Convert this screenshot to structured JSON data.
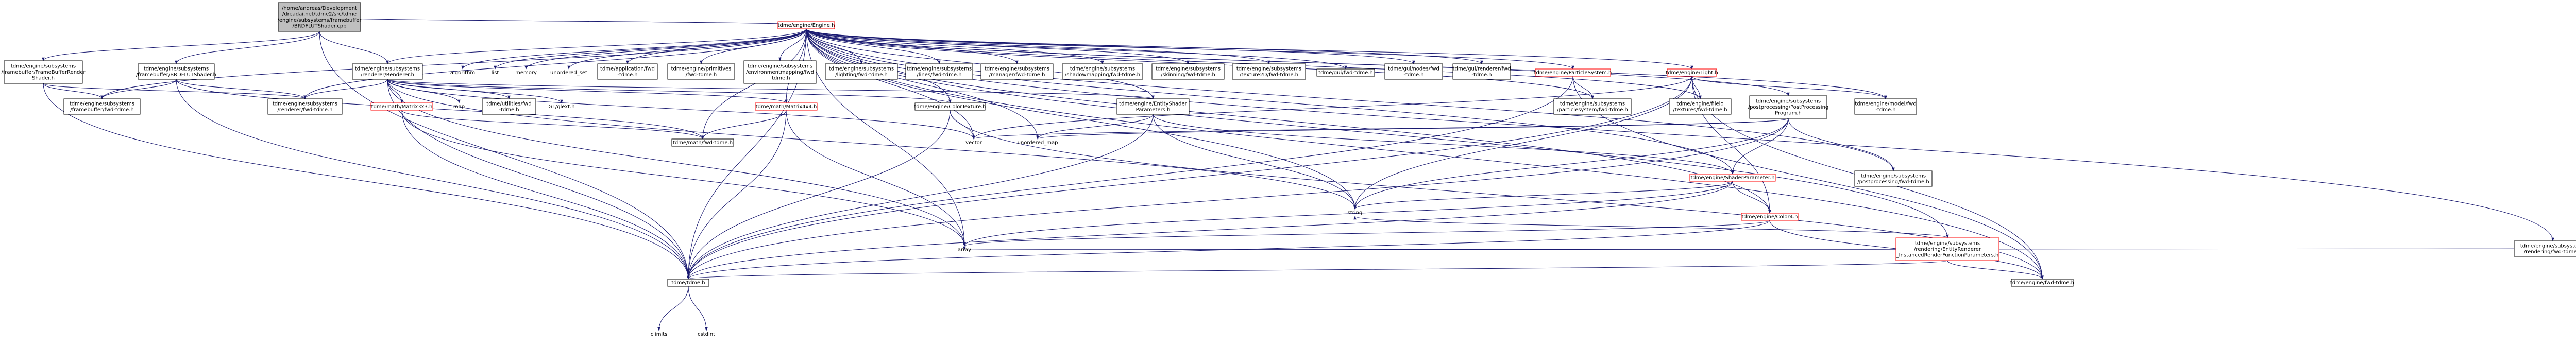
{
  "nodes": [
    {
      "id": "root",
      "lines": [
        "/home/andreas/Development",
        "/dreadai.net/tdme2/src/tdme",
        "/engine/subsystems/framebuffer",
        "/BRDFLUTShader.cpp"
      ],
      "style": "root"
    },
    {
      "id": "engine",
      "lines": [
        "tdme/engine/Engine.h"
      ],
      "style": "red"
    },
    {
      "id": "fbrender",
      "lines": [
        "tdme/engine/subsystems",
        "/framebuffer/FrameBufferRender",
        "Shader.h"
      ],
      "style": "box"
    },
    {
      "id": "brdflut",
      "lines": [
        "tdme/engine/subsystems",
        "/framebuffer/BRDFLUTShader.h"
      ],
      "style": "box"
    },
    {
      "id": "renderer",
      "lines": [
        "tdme/engine/subsystems",
        "/renderer/Renderer.h"
      ],
      "style": "box"
    },
    {
      "id": "algorithm",
      "lines": [
        "algorithm"
      ],
      "style": "plain"
    },
    {
      "id": "list",
      "lines": [
        "list"
      ],
      "style": "plain"
    },
    {
      "id": "memory",
      "lines": [
        "memory"
      ],
      "style": "plain"
    },
    {
      "id": "unordered_set",
      "lines": [
        "unordered_set"
      ],
      "style": "plain"
    },
    {
      "id": "appfwd",
      "lines": [
        "tdme/application/fwd",
        "-tdme.h"
      ],
      "style": "box"
    },
    {
      "id": "primfwd",
      "lines": [
        "tdme/engine/primitives",
        "/fwd-tdme.h"
      ],
      "style": "box"
    },
    {
      "id": "envfwd",
      "lines": [
        "tdme/engine/subsystems",
        "/environmentmapping/fwd",
        "-tdme.h"
      ],
      "style": "box"
    },
    {
      "id": "lightfwd",
      "lines": [
        "tdme/engine/subsystems",
        "/lighting/fwd-tdme.h"
      ],
      "style": "box"
    },
    {
      "id": "linesfwd",
      "lines": [
        "tdme/engine/subsystems",
        "/lines/fwd-tdme.h"
      ],
      "style": "box"
    },
    {
      "id": "managerfwd",
      "lines": [
        "tdme/engine/subsystems",
        "/manager/fwd-tdme.h"
      ],
      "style": "box"
    },
    {
      "id": "shadowfwd",
      "lines": [
        "tdme/engine/subsystems",
        "/shadowmapping/fwd-tdme.h"
      ],
      "style": "box"
    },
    {
      "id": "skinfwd",
      "lines": [
        "tdme/engine/subsystems",
        "/skinning/fwd-tdme.h"
      ],
      "style": "box"
    },
    {
      "id": "tex2dfwd",
      "lines": [
        "tdme/engine/subsystems",
        "/texture2D/fwd-tdme.h"
      ],
      "style": "box"
    },
    {
      "id": "guifwd",
      "lines": [
        "tdme/gui/fwd-tdme.h"
      ],
      "style": "box"
    },
    {
      "id": "guinodesfwd",
      "lines": [
        "tdme/gui/nodes/fwd",
        "-tdme.h"
      ],
      "style": "box"
    },
    {
      "id": "guirenfwd",
      "lines": [
        "tdme/gui/renderer/fwd",
        "-tdme.h"
      ],
      "style": "box"
    },
    {
      "id": "particlesys",
      "lines": [
        "tdme/engine/ParticleSystem.h"
      ],
      "style": "red"
    },
    {
      "id": "light",
      "lines": [
        "tdme/engine/Light.h"
      ],
      "style": "red"
    },
    {
      "id": "rendergroups",
      "lines": [
        "tdme/engine/subsystems",
        "/rendering/EntityRenderer",
        "_InstancedRenderFunctionParameters.h"
      ],
      "style": "red"
    },
    {
      "id": "fbfwd1",
      "lines": [
        "tdme/engine/subsystems",
        "/framebuffer/fwd-tdme.h"
      ],
      "style": "box"
    },
    {
      "id": "rendfwd",
      "lines": [
        "tdme/engine/subsystems",
        "/renderer/fwd-tdme.h"
      ],
      "style": "box"
    },
    {
      "id": "matrix3x3",
      "lines": [
        "tdme/math/Matrix3x3.h"
      ],
      "style": "red"
    },
    {
      "id": "map",
      "lines": [
        "map"
      ],
      "style": "plain"
    },
    {
      "id": "utilsfwd",
      "lines": [
        "tdme/utilities/fwd",
        "-tdme.h"
      ],
      "style": "box"
    },
    {
      "id": "glext",
      "lines": [
        "GL/glext.h"
      ],
      "style": "plain"
    },
    {
      "id": "matrix4x4",
      "lines": [
        "tdme/math/Matrix4x4.h"
      ],
      "style": "red"
    },
    {
      "id": "colortex",
      "lines": [
        "tdme/engine/ColorTexture.h"
      ],
      "style": "box"
    },
    {
      "id": "entityshader",
      "lines": [
        "tdme/engine/EntityShader",
        "Parameters.h"
      ],
      "style": "box"
    },
    {
      "id": "particlefwd",
      "lines": [
        "tdme/engine/subsystems",
        "/particlesystem/fwd-tdme.h"
      ],
      "style": "box"
    },
    {
      "id": "texfwd",
      "lines": [
        "tdme/engine/fileio",
        "/textures/fwd-tdme.h"
      ],
      "style": "box"
    },
    {
      "id": "postproc",
      "lines": [
        "tdme/engine/subsystems",
        "/postprocessing/PostProcessing",
        "Program.h"
      ],
      "style": "box"
    },
    {
      "id": "modelfwd",
      "lines": [
        "tdme/engine/model/fwd",
        "-tdme.h"
      ],
      "style": "box"
    },
    {
      "id": "mathfwd",
      "lines": [
        "tdme/math/fwd-tdme.h"
      ],
      "style": "box"
    },
    {
      "id": "vector",
      "lines": [
        "vector"
      ],
      "style": "plain"
    },
    {
      "id": "unordered_map",
      "lines": [
        "unordered_map"
      ],
      "style": "plain"
    },
    {
      "id": "shaderparam",
      "lines": [
        "tdme/engine/ShaderParameter.h"
      ],
      "style": "red"
    },
    {
      "id": "postfwd",
      "lines": [
        "tdme/engine/subsystems",
        "/postprocessing/fwd-tdme.h"
      ],
      "style": "box"
    },
    {
      "id": "string",
      "lines": [
        "string"
      ],
      "style": "plain"
    },
    {
      "id": "color4",
      "lines": [
        "tdme/engine/Color4.h"
      ],
      "style": "red"
    },
    {
      "id": "renderingfwd",
      "lines": [
        "tdme/engine/subsystems",
        "/rendering/fwd-tdme.h"
      ],
      "style": "box"
    },
    {
      "id": "enginefwd",
      "lines": [
        "tdme/engine/fwd-tdme.h"
      ],
      "style": "box"
    },
    {
      "id": "tdme",
      "lines": [
        "tdme/tdme.h"
      ],
      "style": "box"
    },
    {
      "id": "array",
      "lines": [
        "array"
      ],
      "style": "plain"
    },
    {
      "id": "climits",
      "lines": [
        "climits"
      ],
      "style": "plain"
    },
    {
      "id": "cstdint",
      "lines": [
        "cstdint"
      ],
      "style": "plain"
    }
  ]
}
